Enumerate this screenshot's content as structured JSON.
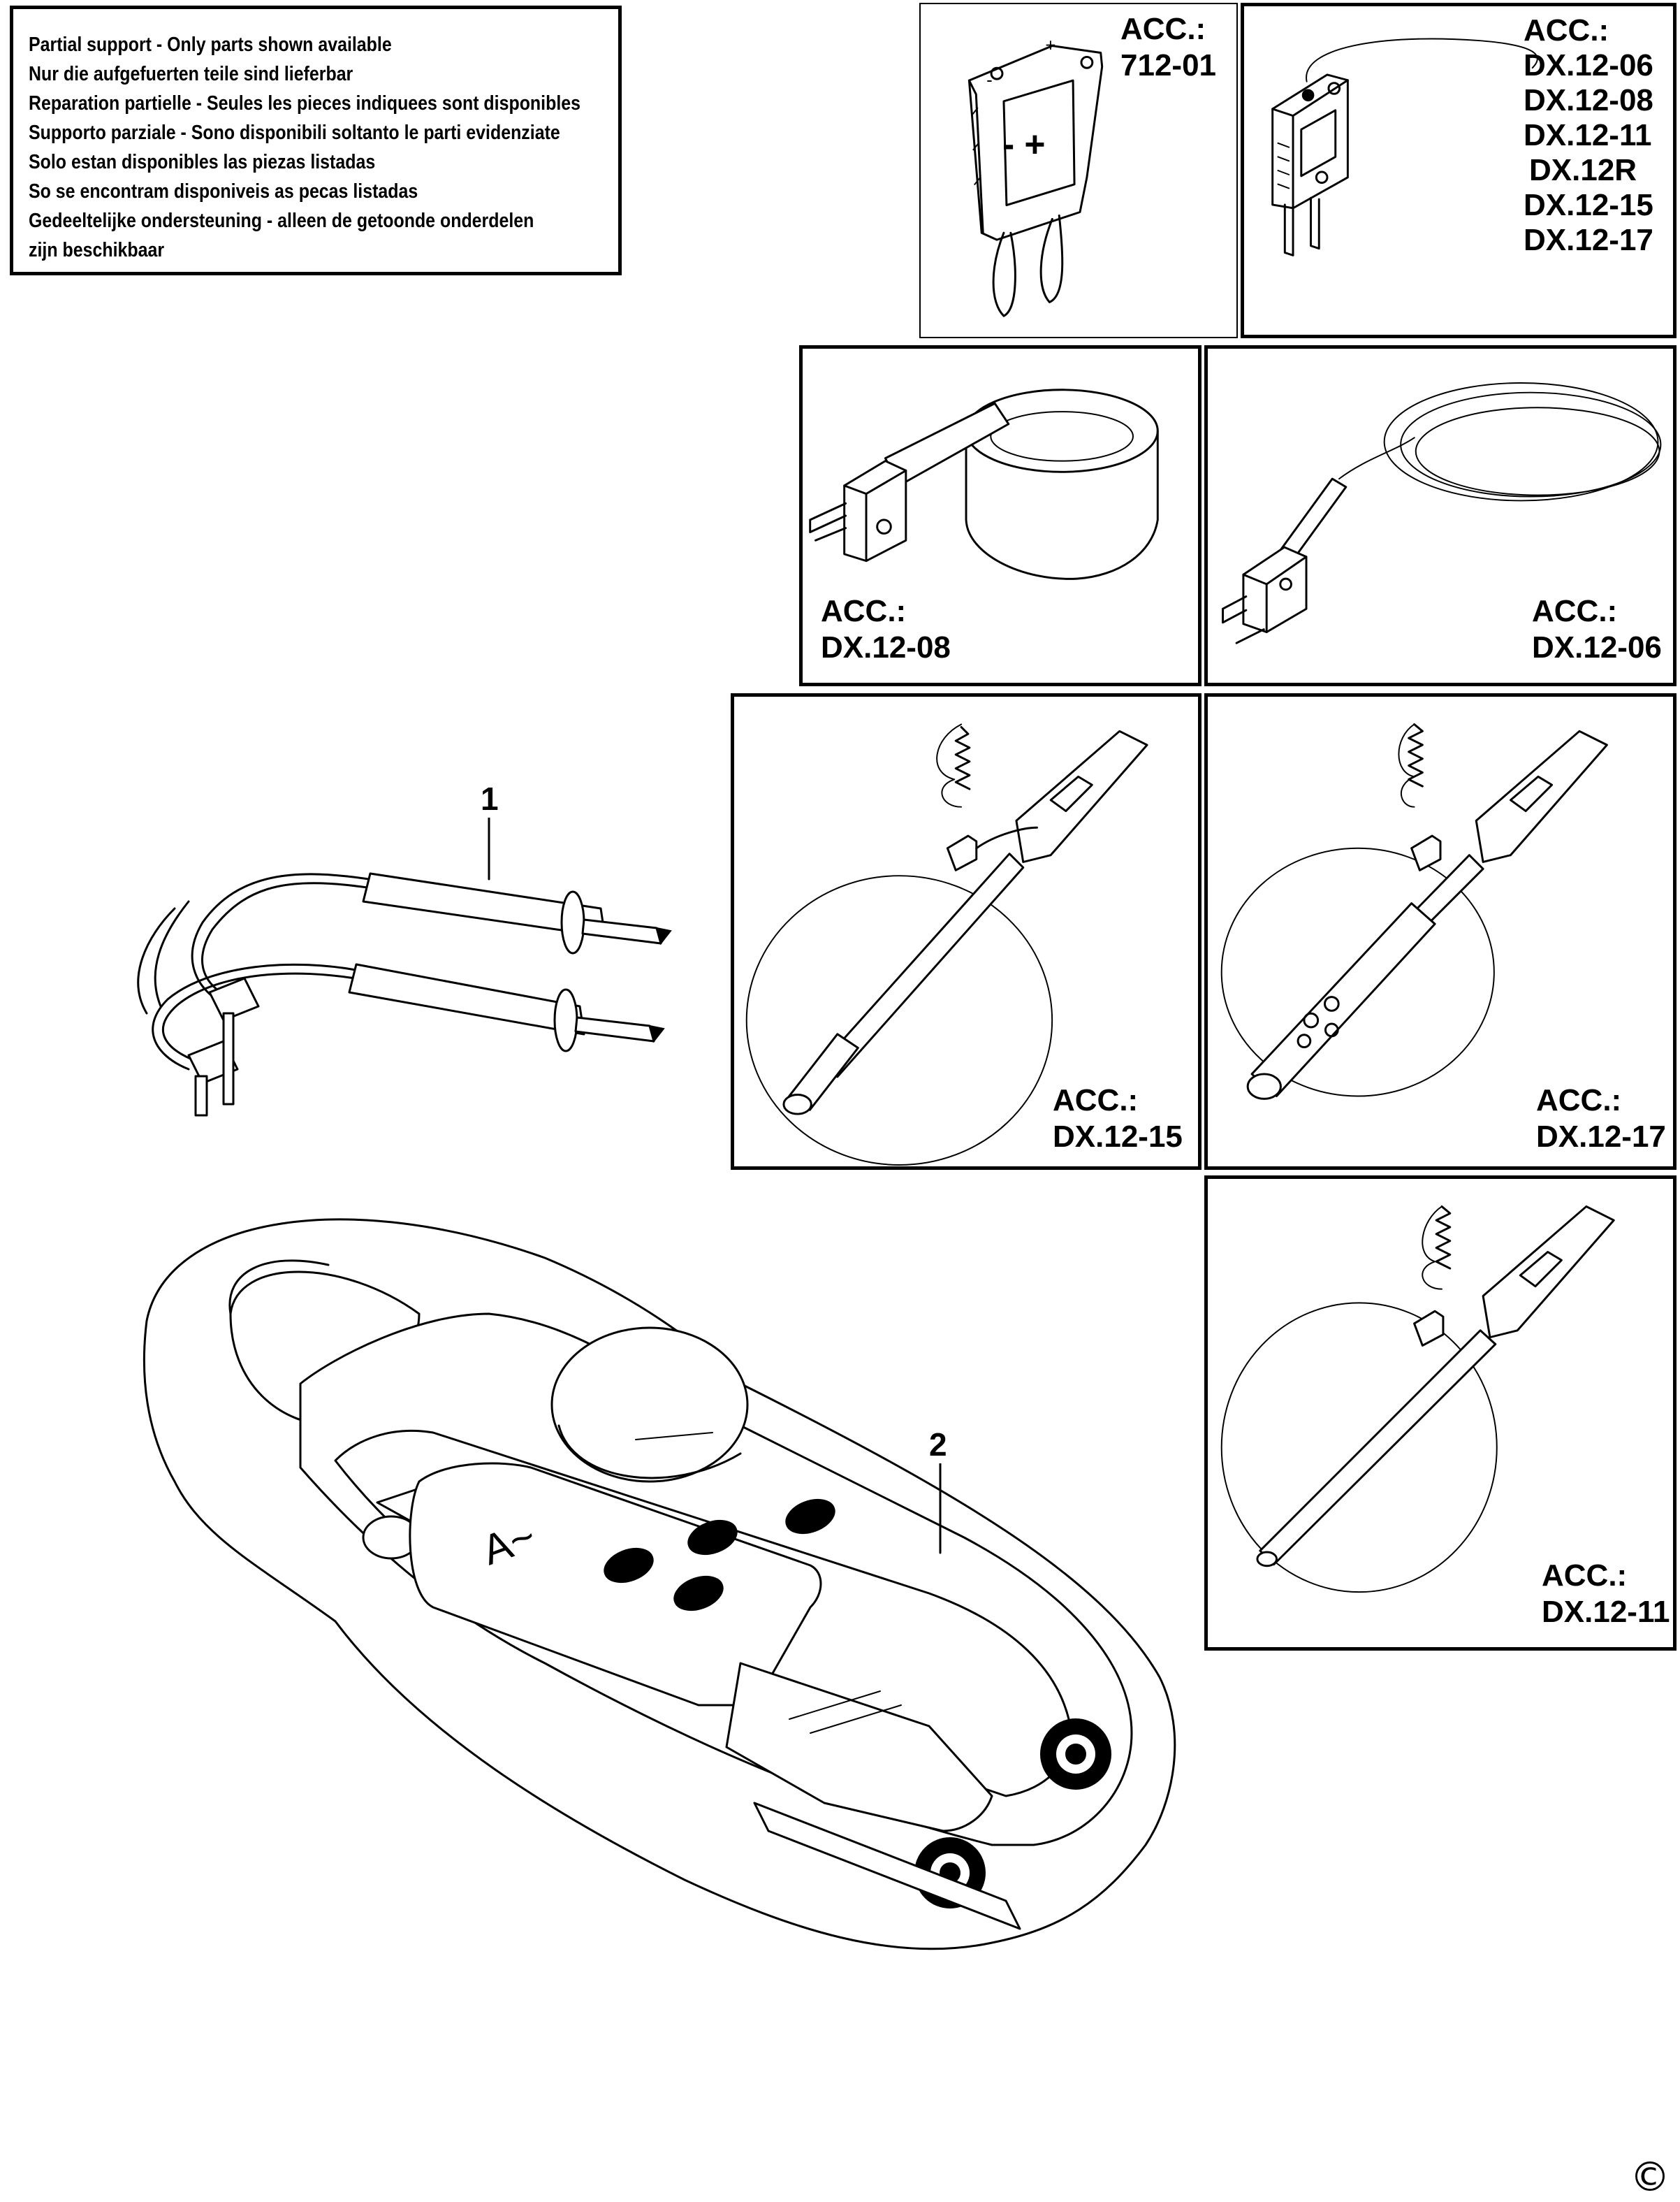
{
  "notice": {
    "lines": [
      "Partial support - Only parts shown available",
      "Nur die aufgefuerten teile sind lieferbar",
      "Reparation partielle - Seules les pieces indiquees sont disponibles",
      "Supporto parziale - Sono disponibili soltanto le parti evidenziate",
      "Solo estan disponibles las piezas listadas",
      "So se encontram disponiveis as pecas listadas",
      "Gedeeltelijke ondersteuning - alleen de getoonde onderdelen",
      "zijn beschikbaar"
    ]
  },
  "panels": {
    "adapter_712": {
      "acc_label": "ACC.:",
      "codes": [
        "712-01"
      ],
      "plug_minus": "-",
      "plug_plus": "+",
      "face_symbols": "- +"
    },
    "connector_multi": {
      "acc_label": "ACC.:",
      "codes": [
        "DX.12-06",
        "DX.12-08",
        "DX.12-11",
        "DX.12R",
        "DX.12-15",
        "DX.12-17"
      ]
    },
    "tape_probe": {
      "acc_label": "ACC.:",
      "codes": [
        "DX.12-08"
      ]
    },
    "wire_probe": {
      "acc_label": "ACC.:",
      "codes": [
        "DX.12-06"
      ]
    },
    "probe_1215": {
      "acc_label": "ACC.:",
      "codes": [
        "DX.12-15"
      ]
    },
    "probe_1217": {
      "acc_label": "ACC.:",
      "codes": [
        "DX.12-17"
      ]
    },
    "probe_1211": {
      "acc_label": "ACC.:",
      "codes": [
        "DX.12-11"
      ]
    }
  },
  "callouts": {
    "test_leads": "1",
    "clamp_meter": "2"
  },
  "clamp_meter": {
    "dial_symbol": "A~"
  },
  "copyright": "©"
}
